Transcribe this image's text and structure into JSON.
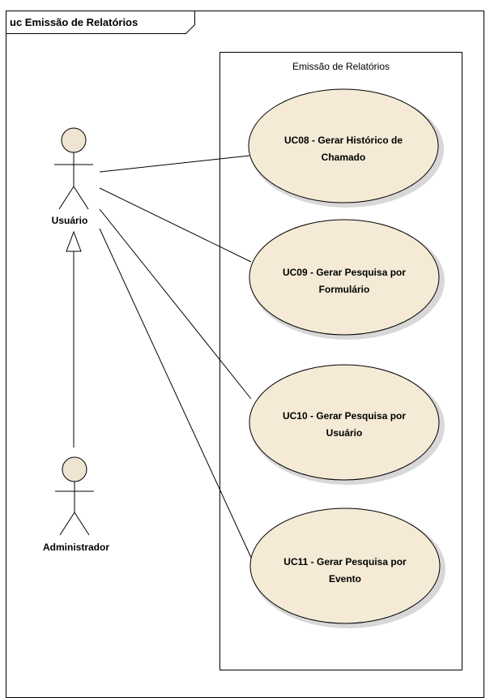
{
  "frame": {
    "title": "uc Emissão de Relatórios"
  },
  "system_boundary": {
    "title": "Emissão de Relatórios"
  },
  "actors": {
    "usuario": {
      "label": "Usuário"
    },
    "administrador": {
      "label": "Administrador"
    }
  },
  "use_cases": [
    {
      "line1": "UC08 - Gerar Histórico de",
      "line2": "Chamado"
    },
    {
      "line1": "UC09 - Gerar Pesquisa por",
      "line2": "Formulário"
    },
    {
      "line1": "UC10 - Gerar Pesquisa por",
      "line2": "Usuário"
    },
    {
      "line1": "UC11 - Gerar Pesquisa por",
      "line2": "Evento"
    }
  ],
  "colors": {
    "actor_fill": "#efe4d2",
    "use_case_fill": "#f4ead6",
    "stroke": "#000000"
  }
}
